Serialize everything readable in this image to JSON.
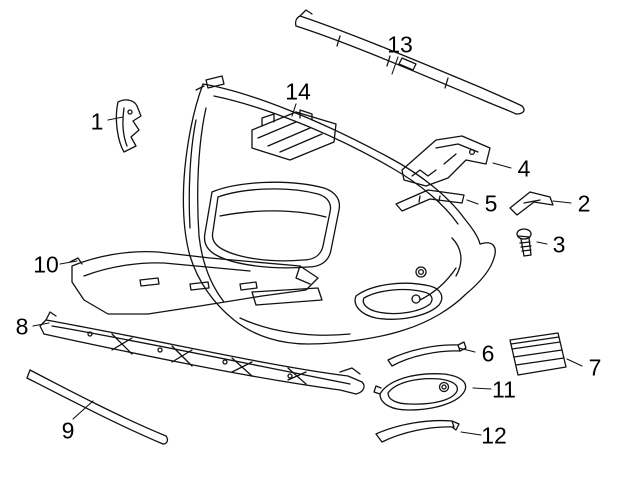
{
  "page": {
    "background_color": "#ffffff",
    "ink_color": "#000000"
  },
  "diagram": {
    "kind": "exploded parts diagram - front bumper",
    "callouts": [
      {
        "label": "1"
      },
      {
        "label": "2"
      },
      {
        "label": "3"
      },
      {
        "label": "4"
      },
      {
        "label": "5"
      },
      {
        "label": "6"
      },
      {
        "label": "7"
      },
      {
        "label": "8"
      },
      {
        "label": "9"
      },
      {
        "label": "10"
      },
      {
        "label": "11"
      },
      {
        "label": "12"
      },
      {
        "label": "13"
      },
      {
        "label": "14"
      }
    ]
  }
}
